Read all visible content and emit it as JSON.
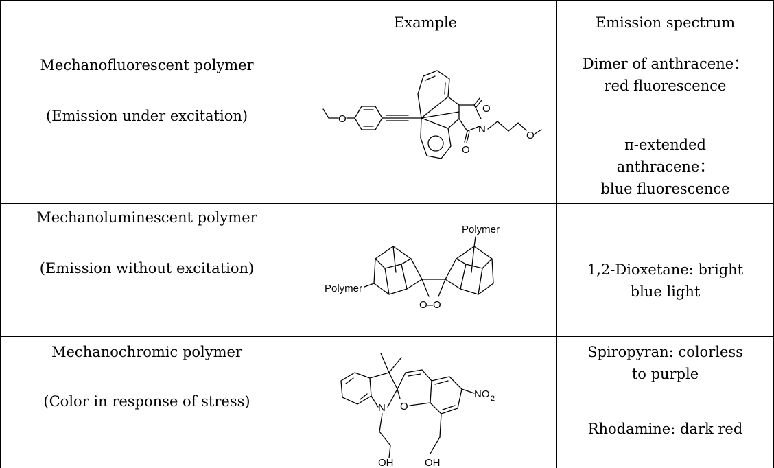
{
  "header": {
    "example": "Example",
    "emission": "Emission spectrum"
  },
  "rows": [
    {
      "name": "Mechanofluorescent polymer",
      "desc": "(Emission under excitation)",
      "emission": [
        "Dimer of anthracene：",
        "red fluorescence",
        "π-extended",
        "anthracene：",
        "blue fluorescence"
      ],
      "structure_labels": [
        "O",
        "O",
        "N",
        "O",
        "O"
      ]
    },
    {
      "name": "Mechanoluminescent polymer",
      "desc": "(Emission without excitation)",
      "emission": [
        "1,2-Dioxetane: bright",
        "blue light"
      ],
      "structure_labels": [
        "Polymer",
        "Polymer",
        "O–O"
      ]
    },
    {
      "name": "Mechanochromic polymer",
      "desc": "(Color in response of stress)",
      "emission": [
        "Spiropyran: colorless",
        "to purple",
        "Rhodamine: dark red"
      ],
      "structure_labels": [
        "N",
        "O",
        "NO",
        "2",
        "OH",
        "OH"
      ]
    }
  ]
}
